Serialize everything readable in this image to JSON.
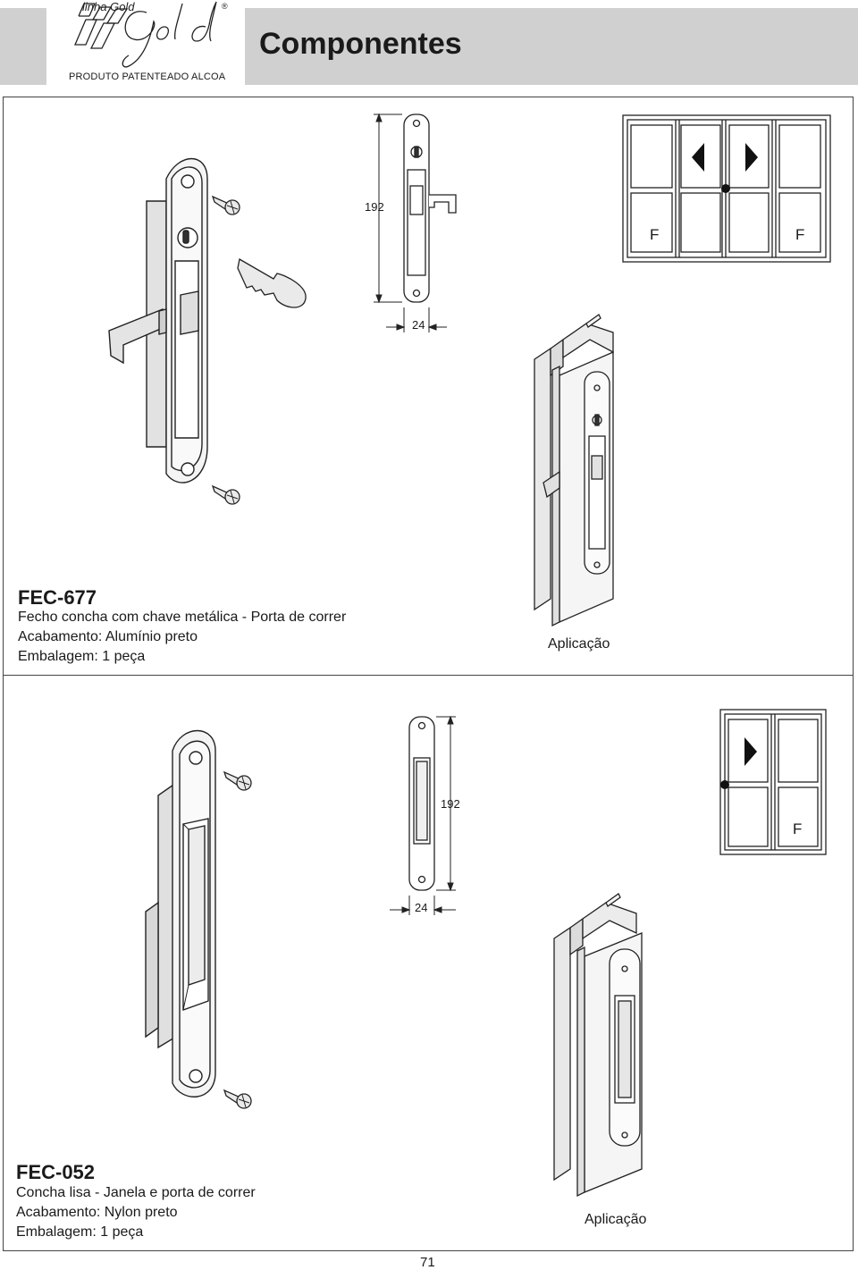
{
  "header": {
    "logo_script": "linha Gold",
    "logo_registered": "®",
    "logo_caption": "PRODUTO PATENTEADO ALCOA",
    "title": "Componentes"
  },
  "products": [
    {
      "code": "FEC-677",
      "description": "Fecho concha com chave metálica - Porta de correr",
      "finish": "Acabamento: Alumínio preto",
      "packaging": "Embalagem: 1 peça",
      "dim_height": "192",
      "dim_width": "24",
      "window_labels": [
        "F",
        "F"
      ],
      "application_label": "Aplicação"
    },
    {
      "code": "FEC-052",
      "description": "Concha lisa - Janela e porta de correr",
      "finish": "Acabamento: Nylon preto",
      "packaging": "Embalagem: 1 peça",
      "dim_height": "192",
      "dim_width": "24",
      "window_labels": [
        "F"
      ],
      "application_label": "Aplicação"
    }
  ],
  "page_number": "71"
}
